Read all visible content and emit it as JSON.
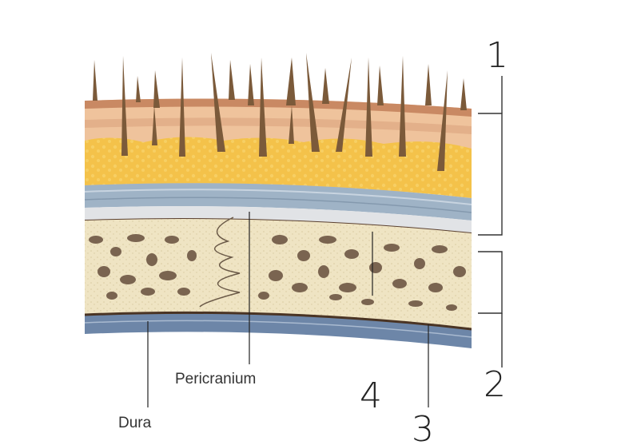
{
  "labels": {
    "pericranium": "Pericranium",
    "dura": "Dura"
  },
  "handwritten": {
    "n1": "1",
    "n2": "2",
    "n3": "3",
    "n4": "4"
  },
  "colors": {
    "skin_top": "#c98963",
    "dermis": "#efc39c",
    "fat": "#f4c24a",
    "galea": "#9fb3c6",
    "bone": "#efe4c3",
    "marrow": "#7a6450",
    "dura": "#6d86a8",
    "hair": "#7b5a3a"
  }
}
